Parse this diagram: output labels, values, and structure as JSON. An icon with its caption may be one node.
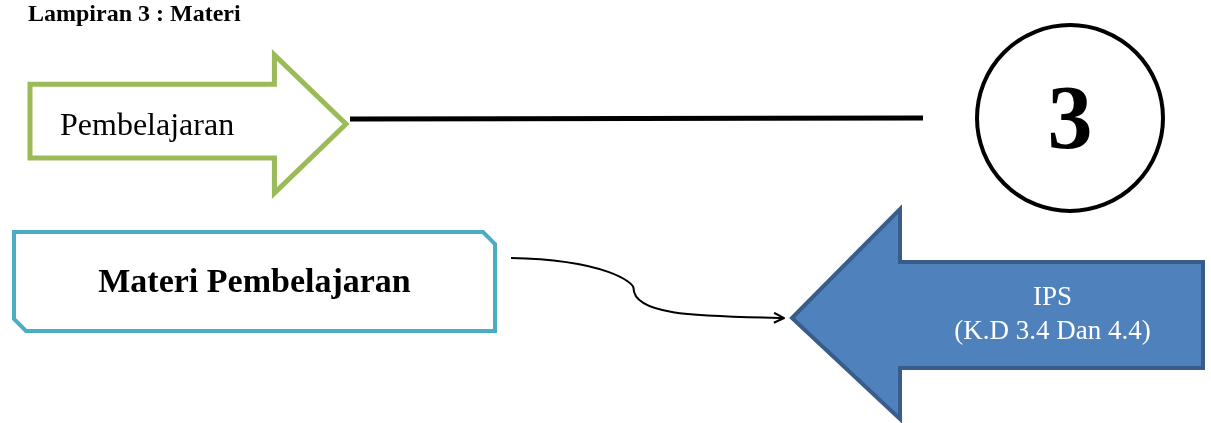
{
  "diagram": {
    "title": "Lampiran 3 : Materi",
    "nodes": [
      {
        "text": [
          "Pembelajaran"
        ]
      },
      {
        "text": [
          "3"
        ]
      },
      {
        "text": [
          "Materi Pembelajaran"
        ]
      },
      {
        "text": [
          "IPS",
          "(K.D 3.4 Dan 4.4)"
        ]
      }
    ],
    "edges": [
      {
        "from": 0,
        "to": 1,
        "arrow": "none",
        "style": "thick"
      },
      {
        "from": 2,
        "to": 3,
        "arrow": "to"
      }
    ]
  }
}
